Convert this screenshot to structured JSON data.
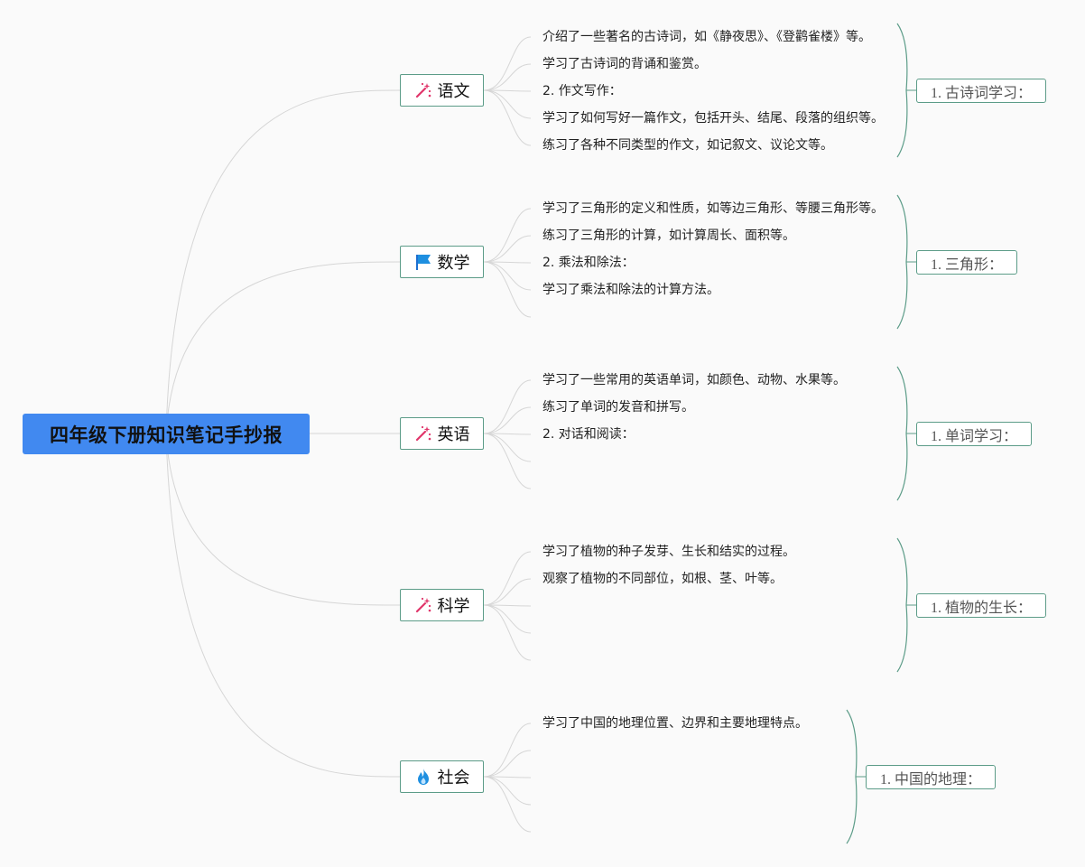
{
  "root": {
    "title": "四年级下册知识笔记手抄报"
  },
  "icons": {
    "sparkle": "magic-wand-icon",
    "flag": "flag-icon",
    "flame": "flame-icon"
  },
  "colors": {
    "root_bg": "#4189f0",
    "node_border": "#5c9c88",
    "icon_pink": "#e0356a",
    "icon_blue": "#1e8fe0",
    "connector": "#d6d6d6"
  },
  "subjects": [
    {
      "label": "语文",
      "icon": "magic-wand-icon",
      "group": "1. 古诗词学习：",
      "items": [
        "介绍了一些著名的古诗词，如《静夜思》、《登鹳雀楼》等。",
        "学习了古诗词的背诵和鉴赏。",
        "2. 作文写作：",
        "学习了如何写好一篇作文，包括开头、结尾、段落的组织等。",
        "练习了各种不同类型的作文，如记叙文、议论文等。"
      ]
    },
    {
      "label": "数学",
      "icon": "flag-icon",
      "group": "1. 三角形：",
      "items": [
        "学习了三角形的定义和性质，如等边三角形、等腰三角形等。",
        "练习了三角形的计算，如计算周长、面积等。",
        "2. 乘法和除法：",
        "学习了乘法和除法的计算方法。",
        ""
      ]
    },
    {
      "label": "英语",
      "icon": "magic-wand-icon",
      "group": "1. 单词学习：",
      "items": [
        "学习了一些常用的英语单词，如颜色、动物、水果等。",
        "练习了单词的发音和拼写。",
        "2. 对话和阅读：",
        "",
        ""
      ]
    },
    {
      "label": "科学",
      "icon": "magic-wand-icon",
      "group": "1. 植物的生长：",
      "items": [
        "学习了植物的种子发芽、生长和结实的过程。",
        "观察了植物的不同部位，如根、茎、叶等。",
        "",
        "",
        ""
      ]
    },
    {
      "label": "社会",
      "icon": "flame-icon",
      "group": "1. 中国的地理：",
      "items": [
        "学习了中国的地理位置、边界和主要地理特点。",
        "",
        "",
        "",
        ""
      ]
    }
  ]
}
